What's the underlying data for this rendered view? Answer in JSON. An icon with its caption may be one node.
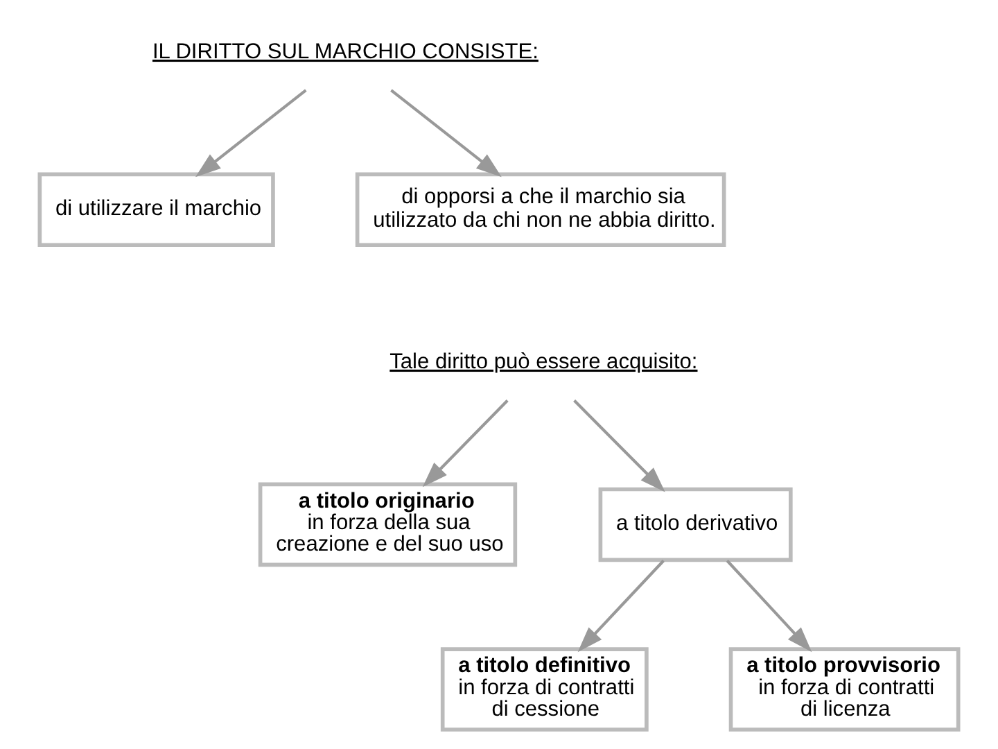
{
  "diagram": {
    "nodes": [
      {
        "text": [
          "IL DIRITTO SUL MARCHIO CONSISTE:"
        ]
      },
      {
        "text": [
          "di utilizzare il marchio"
        ]
      },
      {
        "text": [
          "di opporsi a che il marchio sia utilizzato da chi non ne abbia diritto."
        ]
      },
      {
        "text": [
          "Tale diritto può essere acquisito:"
        ]
      },
      {
        "text": [
          "a titolo originario",
          "in forza della sua creazione e del suo uso"
        ]
      },
      {
        "text": [
          "a titolo derivativo"
        ]
      },
      {
        "text": [
          "a titolo definitivo",
          "in forza di contratti di cessione"
        ]
      },
      {
        "text": [
          "a titolo provvisorio",
          "in forza di contratti di licenza"
        ]
      }
    ],
    "edges": [
      {
        "from": 0,
        "to": 1,
        "arrow": "to"
      },
      {
        "from": 0,
        "to": 2,
        "arrow": "to"
      },
      {
        "from": 3,
        "to": 4,
        "arrow": "to"
      },
      {
        "from": 3,
        "to": 5,
        "arrow": "to"
      },
      {
        "from": 5,
        "to": 6,
        "arrow": "to"
      },
      {
        "from": 5,
        "to": 7,
        "arrow": "to"
      }
    ]
  }
}
